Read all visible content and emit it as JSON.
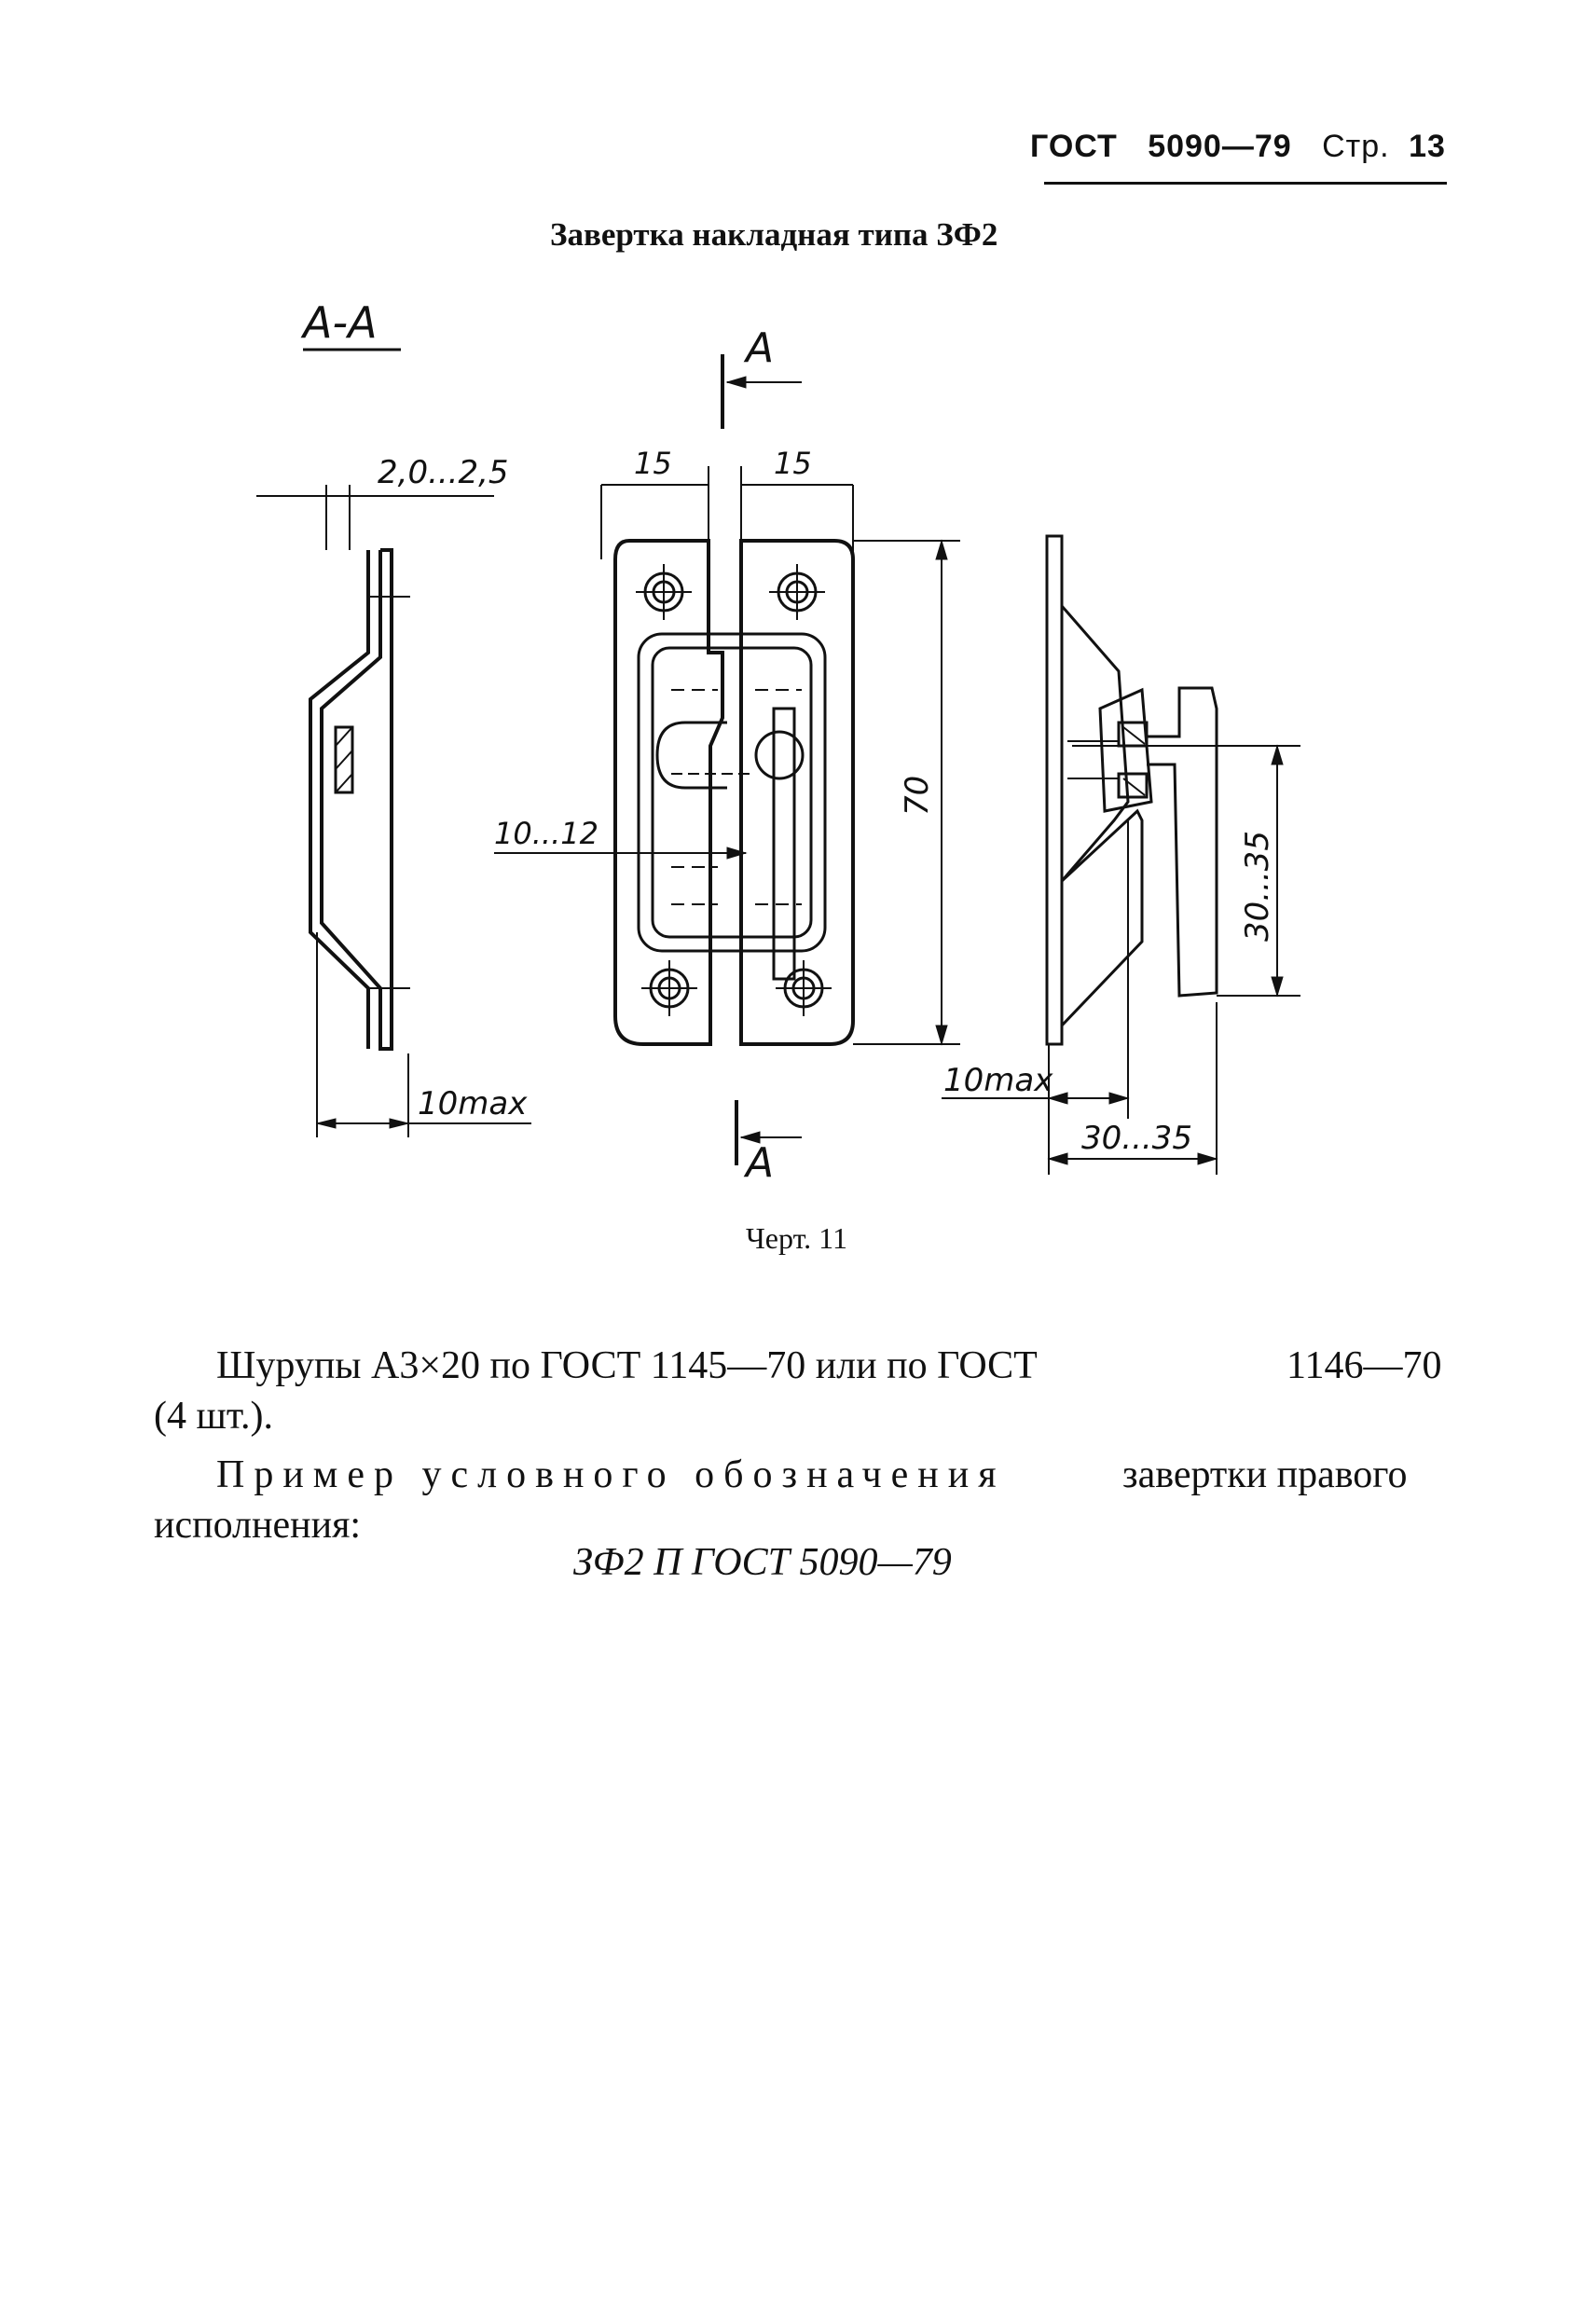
{
  "header": {
    "standard": "ГОСТ",
    "number": "5090—79",
    "page_word": "Стр.",
    "page_number": "13"
  },
  "figure": {
    "title": "Завертка накладная типа ЗФ2",
    "section_label": "А-А",
    "section_mark_top": "А",
    "section_mark_bottom": "А",
    "dimensions": {
      "thickness": "2,0...2,5",
      "left_half_width": "15",
      "right_half_width": "15",
      "height": "70",
      "gap": "10...12",
      "max_left": "10max",
      "max_right": "10max",
      "range_vertical": "30...35",
      "range_horizontal": "30...35"
    },
    "caption": "Черт. 11"
  },
  "text": {
    "screws_line1": "Шурупы А3×20 по ГОСТ 1145—70 или по ГОСТ",
    "screws_line1_end": "1146—70",
    "screws_line2": "(4 шт.).",
    "example_line1": "Пример условного обозначения",
    "example_line1_end": "завертки правого",
    "example_line2": "исполнения:",
    "designation": "ЗФ2 П ГОСТ 5090—79"
  }
}
